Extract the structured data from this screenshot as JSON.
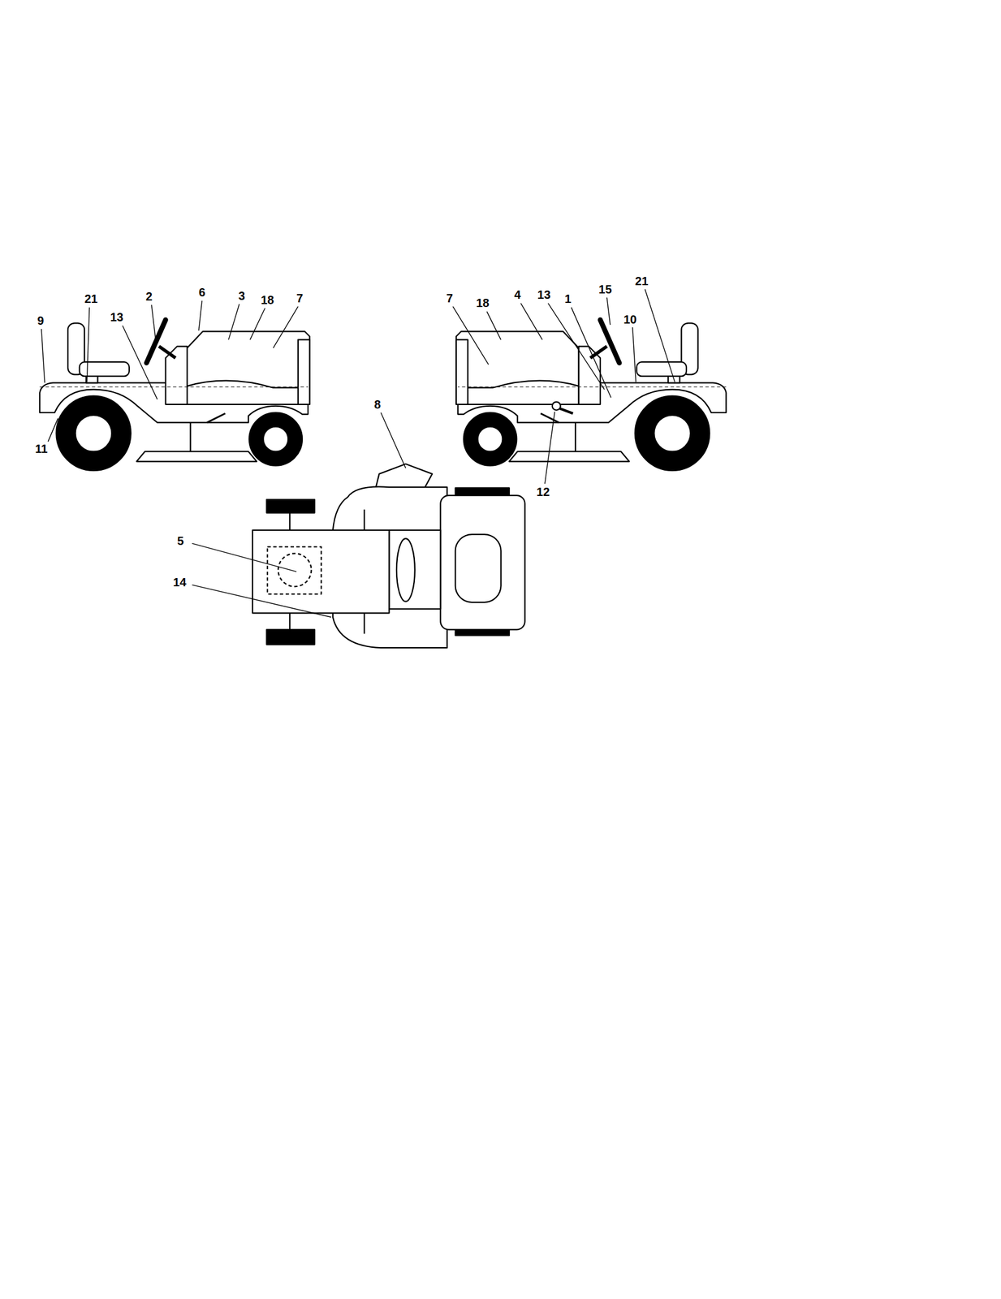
{
  "diagram": {
    "labels": [
      "21",
      "2",
      "6",
      "3",
      "18",
      "7",
      "9",
      "13",
      "11",
      "15",
      "21",
      "7",
      "18",
      "4",
      "13",
      "1",
      "10",
      "12",
      "8",
      "5",
      "14"
    ]
  }
}
